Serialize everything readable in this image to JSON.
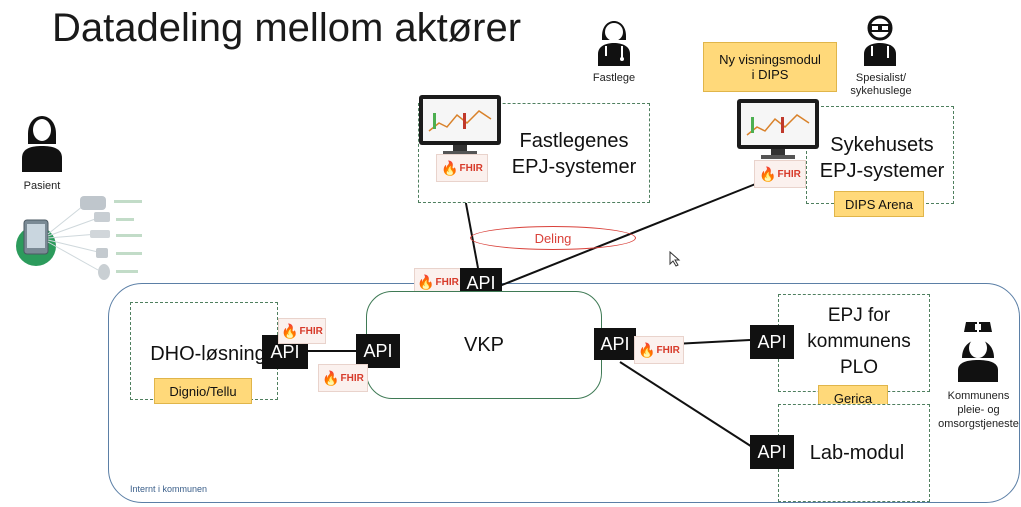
{
  "title": "Datadeling mellom aktører",
  "actors": {
    "fastlege": "Fastlege",
    "spesialist": [
      "Spesialist/",
      "sykehuslege"
    ],
    "pasient": "Pasient",
    "kommunens": [
      "Kommunens",
      "pleie- og",
      "omsorgstjeneste"
    ]
  },
  "systems": {
    "fastlegenes": [
      "Fastlegenes",
      "EPJ-systemer"
    ],
    "sykehusets": [
      "Sykehusets",
      "EPJ-systemer"
    ],
    "dho": "DHO-løsning",
    "vkp": "VKP",
    "epj_kommune": [
      "EPJ for",
      "kommunens",
      "PLO"
    ],
    "lab": "Lab-modul"
  },
  "tags": {
    "visningsmodul": [
      "Ny visningsmodul",
      "i DIPS"
    ],
    "dips_arena": "DIPS Arena",
    "dignio": "Dignio/Tellu",
    "gerica": "Gerica"
  },
  "api_label": "API",
  "fhir_label": "FHIR",
  "deling_label": "Deling",
  "region_label": "Internt i kommunen",
  "colors": {
    "api": "#111111",
    "tag": "#ffd97a",
    "region": "#5b7fa6",
    "box_border": "#4f7f5f",
    "deling": "#d9413a",
    "fhir": "#d73a2a"
  }
}
